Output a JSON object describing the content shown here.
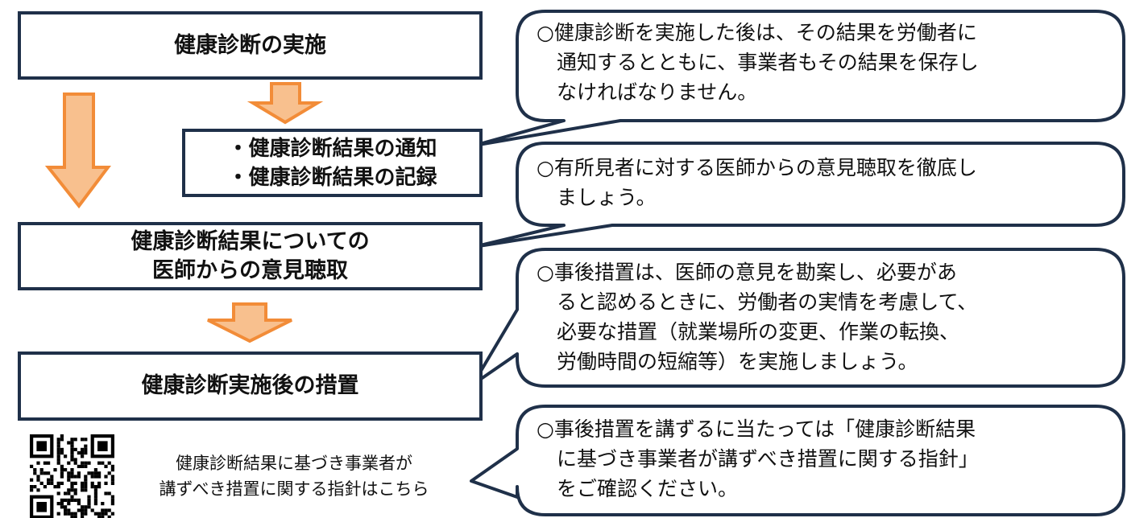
{
  "flow": {
    "step1": "健康診断の実施",
    "step2_lines": [
      "・健康診断結果の通知",
      "・健康診断結果の記録"
    ],
    "step3_lines": [
      "健康診断結果についての",
      "医師からの意見聴取"
    ],
    "step4": "健康診断実施後の措置"
  },
  "callouts": [
    {
      "lines": [
        "○健康診断を実施した後は、その結果を労働者に",
        "　通知するとともに、事業者もその結果を保存し",
        "　なければなりません。"
      ]
    },
    {
      "lines": [
        "○有所見者に対する医師からの意見聴取を徹底し",
        "　ましょう。"
      ]
    },
    {
      "lines": [
        "○事後措置は、医師の意見を勘案し、必要があ",
        "　ると認めるときに、労働者の実情を考慮して、",
        "　必要な措置（就業場所の変更、作業の転換、",
        "　労働時間の短縮等）を実施しましょう。"
      ]
    },
    {
      "lines": [
        "○事後措置を講ずるに当たっては「健康診断結果",
        "　に基づき事業者が講ずべき措置に関する指針」",
        "　をご確認ください。"
      ]
    }
  ],
  "qr": {
    "caption_lines": [
      "健康診断結果に基づき事業者が",
      "講ずべき措置に関する指針はこちら"
    ]
  },
  "colors": {
    "border": "#1f3049",
    "arrow_fill": "#f8c08e",
    "arrow_stroke": "#f28c38"
  }
}
